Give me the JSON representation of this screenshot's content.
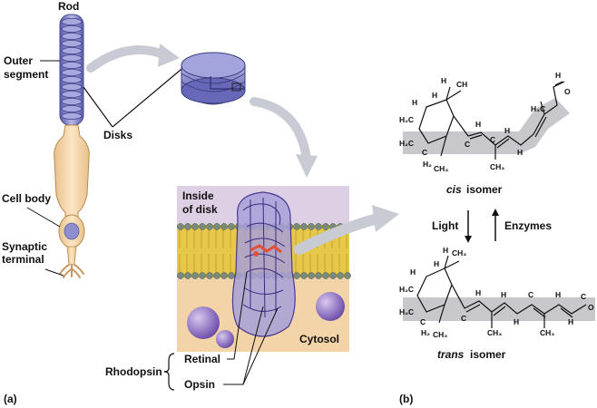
{
  "panel_a": {
    "tag": "(a)",
    "rod": "Rod",
    "outer_segment_1": "Outer",
    "outer_segment_2": "segment",
    "disks": "Disks",
    "cell_body": "Cell body",
    "synaptic_1": "Synaptic",
    "synaptic_2": "terminal",
    "inside_disk_1": "Inside",
    "inside_disk_2": "of disk",
    "cytosol": "Cytosol",
    "rhodopsin": "Rhodopsin",
    "retinal": "Retinal",
    "opsin": "Opsin"
  },
  "panel_b": {
    "tag": "(b)",
    "cis_word": "cis",
    "trans_word": "trans",
    "isomer_word": "isomer",
    "light": "Light",
    "enzymes": "Enzymes"
  },
  "colors": {
    "disk_purple": "#8f8fd0",
    "membrane_yellow": "#e8c84a",
    "cell_tan": "#f2d4a8",
    "highlight_grey": "#c8c8cc",
    "arrow_grey": "#c8cbd3"
  }
}
